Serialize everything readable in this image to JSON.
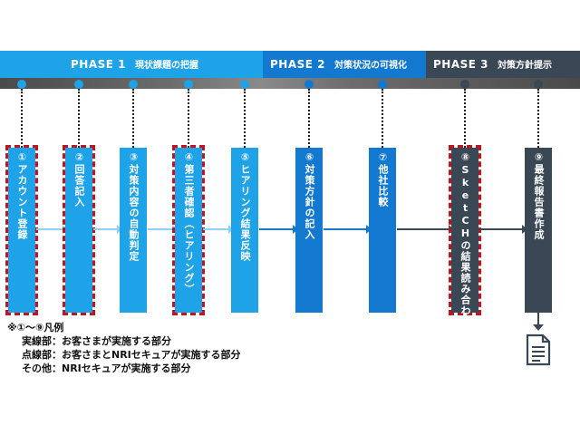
{
  "phases": [
    {
      "label": "PHASE 1",
      "sub": "現状課題の把握",
      "color": "#1ea2e8"
    },
    {
      "label": "PHASE 2",
      "sub": "対策状況の可視化",
      "color": "#1378cf"
    },
    {
      "label": "PHASE 3",
      "sub": "対策方針提示",
      "color": "#3a4856"
    }
  ],
  "steps": [
    {
      "num": "①",
      "label": "アカウント登録",
      "color": "#1ea2e8",
      "dashed": true
    },
    {
      "num": "②",
      "label": "回答記入",
      "color": "#1ea2e8",
      "dashed": true
    },
    {
      "num": "③",
      "label": "対策内容の自動判定",
      "color": "#1ea2e8",
      "dashed": false
    },
    {
      "num": "④",
      "label": "第三者確認（ヒアリング）",
      "color": "#1ea2e8",
      "dashed": true
    },
    {
      "num": "⑤",
      "label": "ヒアリング結果反映",
      "color": "#1ea2e8",
      "dashed": false
    },
    {
      "num": "⑥",
      "label": "対策方針の記入",
      "color": "#1378cf",
      "dashed": false
    },
    {
      "num": "⑦",
      "label": "他社比較",
      "color": "#1378cf",
      "dashed": false
    },
    {
      "num": "⑧",
      "label": "SketCHの結果読み合わせ",
      "color": "#3a4856",
      "dashed": true
    },
    {
      "num": "⑨",
      "label": "最終報告書作成",
      "color": "#3a4856",
      "dashed": false
    }
  ],
  "legend": {
    "title": "※①～⑨凡例",
    "solid": "実線部：お客さまが実施する部分",
    "dotted": "点線部：お客さまとNRIセキュアが実施する部分",
    "other": "その他：NRIセキュアが実施する部分"
  },
  "output_icon": "document-icon"
}
